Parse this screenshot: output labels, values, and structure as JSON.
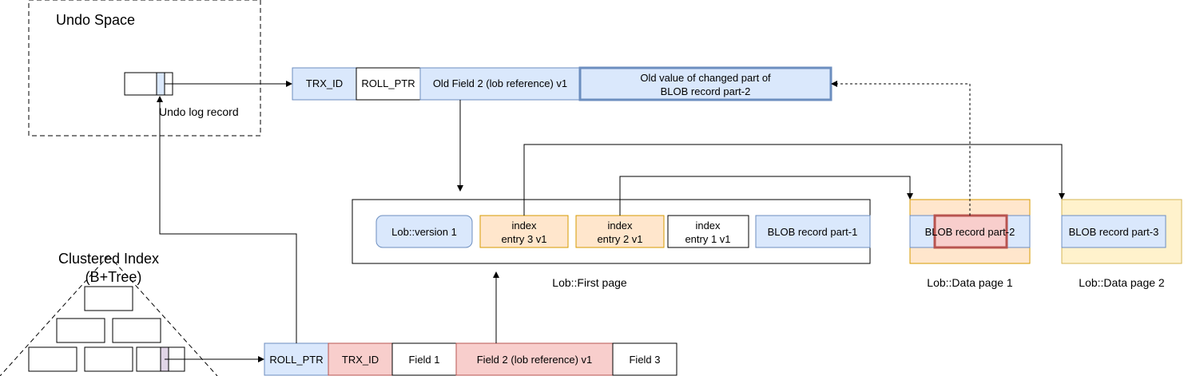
{
  "undo_space": {
    "title": "Undo Space",
    "record_label": "Undo log record"
  },
  "undo_record": {
    "trx_id": "TRX_ID",
    "roll_ptr": "ROLL_PTR",
    "old_field": "Old Field 2 (lob reference) v1",
    "old_value_line1": "Old value of changed part of",
    "old_value_line2": "BLOB record part-2"
  },
  "clustered_index": {
    "title_line1": "Clustered Index",
    "title_line2": "(B+Tree)"
  },
  "row": {
    "roll_ptr": "ROLL_PTR",
    "trx_id": "TRX_ID",
    "field1": "Field 1",
    "field2": "Field 2 (lob reference) v1",
    "field3": "Field 3"
  },
  "first_page": {
    "label": "Lob::First page",
    "version": "Lob::version 1",
    "entry3_line1": "index",
    "entry3_line2": "entry 3 v1",
    "entry2_line1": "index",
    "entry2_line2": "entry 2 v1",
    "entry1_line1": "index",
    "entry1_line2": "entry 1 v1",
    "blob_part1": "BLOB record part-1"
  },
  "data_page1": {
    "label": "Lob::Data page 1",
    "blob_part2": "BLOB record part-2"
  },
  "data_page2": {
    "label": "Lob::Data page 2",
    "blob_part3": "BLOB record part-3"
  },
  "colors": {
    "blue": "#dae8fc",
    "blue_border": "#6c8ebf",
    "orange": "#ffe6cc",
    "orange_border": "#d79b00",
    "red": "#f8cecc",
    "red_border": "#b85450",
    "yellow": "#fff2cc",
    "yellow_border": "#d6b656",
    "purple": "#e1d5e7"
  }
}
